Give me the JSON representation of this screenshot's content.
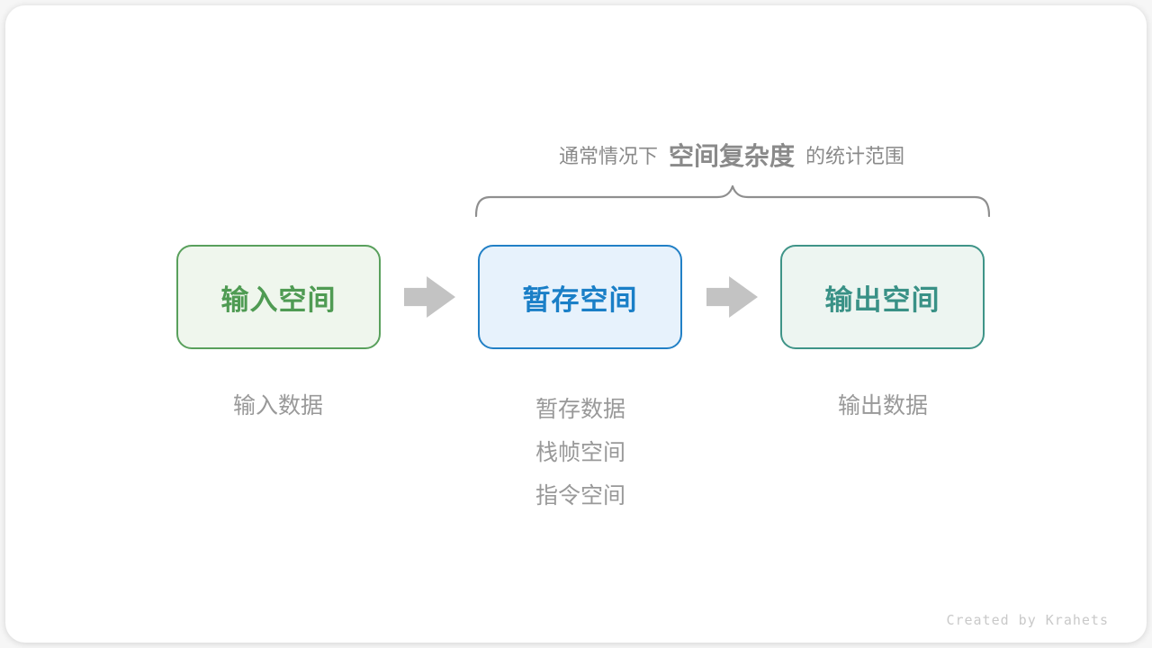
{
  "title": {
    "prefix": "通常情况下",
    "highlight": "空间复杂度",
    "suffix": "的统计范围"
  },
  "boxes": [
    {
      "label": "输入空间",
      "border": "#59a05c",
      "bg": "#eff6ed",
      "text_color": "#4f9b53"
    },
    {
      "label": "暂存空间",
      "border": "#2280c6",
      "bg": "#e7f2fc",
      "text_color": "#1a7fc7"
    },
    {
      "label": "输出空间",
      "border": "#3f9488",
      "bg": "#edf5f1",
      "text_color": "#399186"
    }
  ],
  "annotations": {
    "input": "输入数据",
    "temp": [
      "暂存数据",
      "栈帧空间",
      "指令空间"
    ],
    "output": "输出数据"
  },
  "colors": {
    "title_text": "#8a8a8a",
    "note_text": "#999999",
    "arrow": "#c3c3c3",
    "brace": "#8f8f8f",
    "card_bg": "#ffffff"
  },
  "credit": "Created by Krahets"
}
